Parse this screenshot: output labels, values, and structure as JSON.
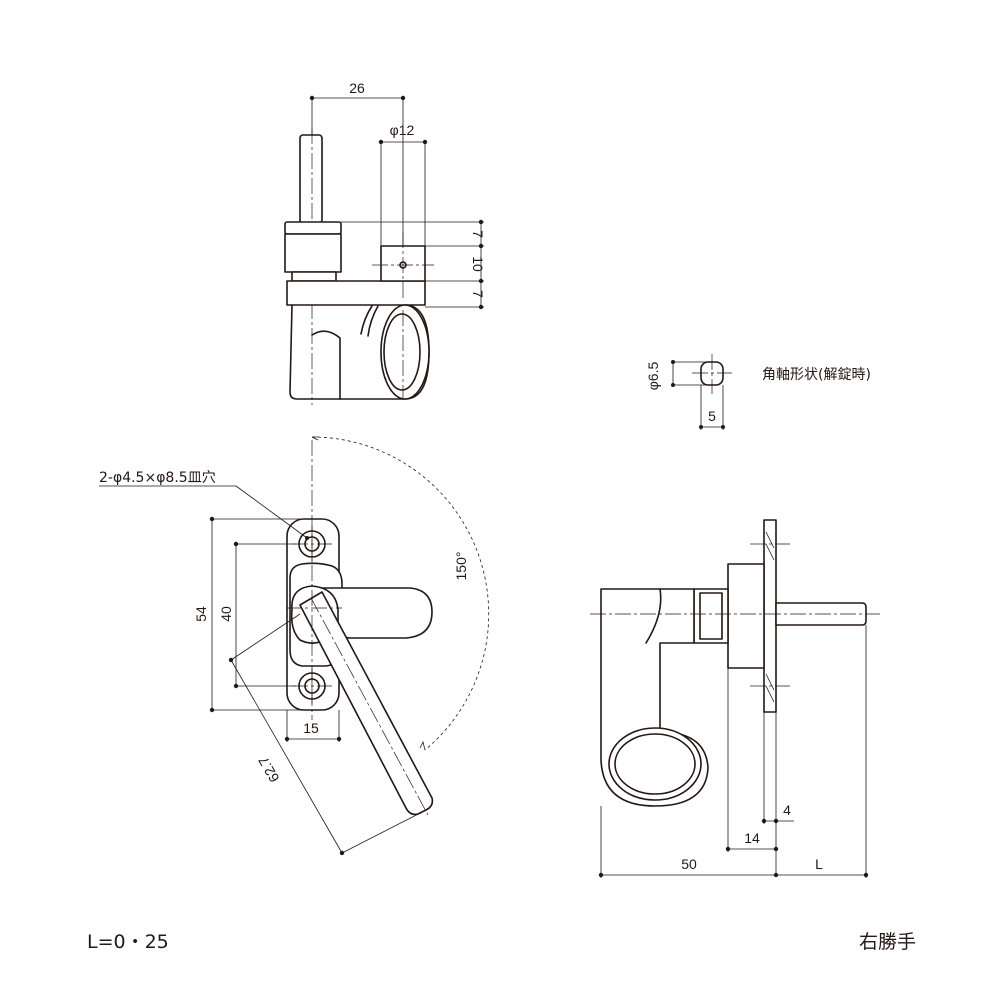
{
  "top_view": {
    "dim_width": "26",
    "dim_dia": "φ12",
    "dim_upper": "7",
    "dim_mid": "10",
    "dim_lower": "7"
  },
  "detail": {
    "dim_dia": "φ6.5",
    "dim_width": "5",
    "caption": "角軸形状(解錠時)"
  },
  "front_view": {
    "hole_note": "2-φ4.5×φ8.5皿穴",
    "dim_height_outer": "54",
    "dim_height_inner": "40",
    "dim_width": "15",
    "dim_handle": "62.7",
    "dim_angle": "150°"
  },
  "side_view": {
    "dim_4": "4",
    "dim_14": "14",
    "dim_50": "50",
    "dim_L": "L"
  },
  "footer": {
    "length_note": "L=0・25",
    "handedness": "右勝手"
  }
}
